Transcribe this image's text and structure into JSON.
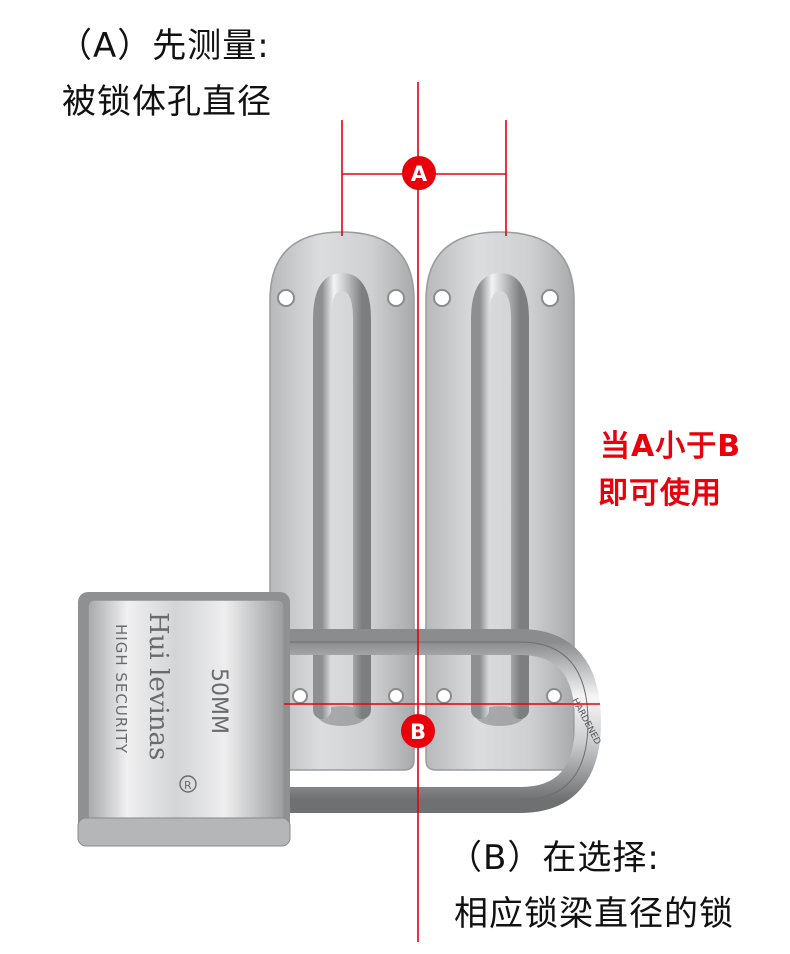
{
  "step_a": {
    "line1": "（A）先测量:",
    "line2": "被锁体孔直径"
  },
  "step_b": {
    "line1": "（B）在选择:",
    "line2": "相应锁梁直径的锁"
  },
  "condition": {
    "line1": "当A小于B",
    "line2": "即可使用"
  },
  "markers": {
    "a": "A",
    "b": "B"
  },
  "padlock": {
    "brand": "Hui levinas",
    "tagline": "HIGH SECURITY",
    "size": "50MM",
    "registered": "R",
    "shackle_mark": "HARDENED"
  },
  "colors": {
    "accent_red": "#e8000b",
    "steel": "#c9cacc"
  }
}
